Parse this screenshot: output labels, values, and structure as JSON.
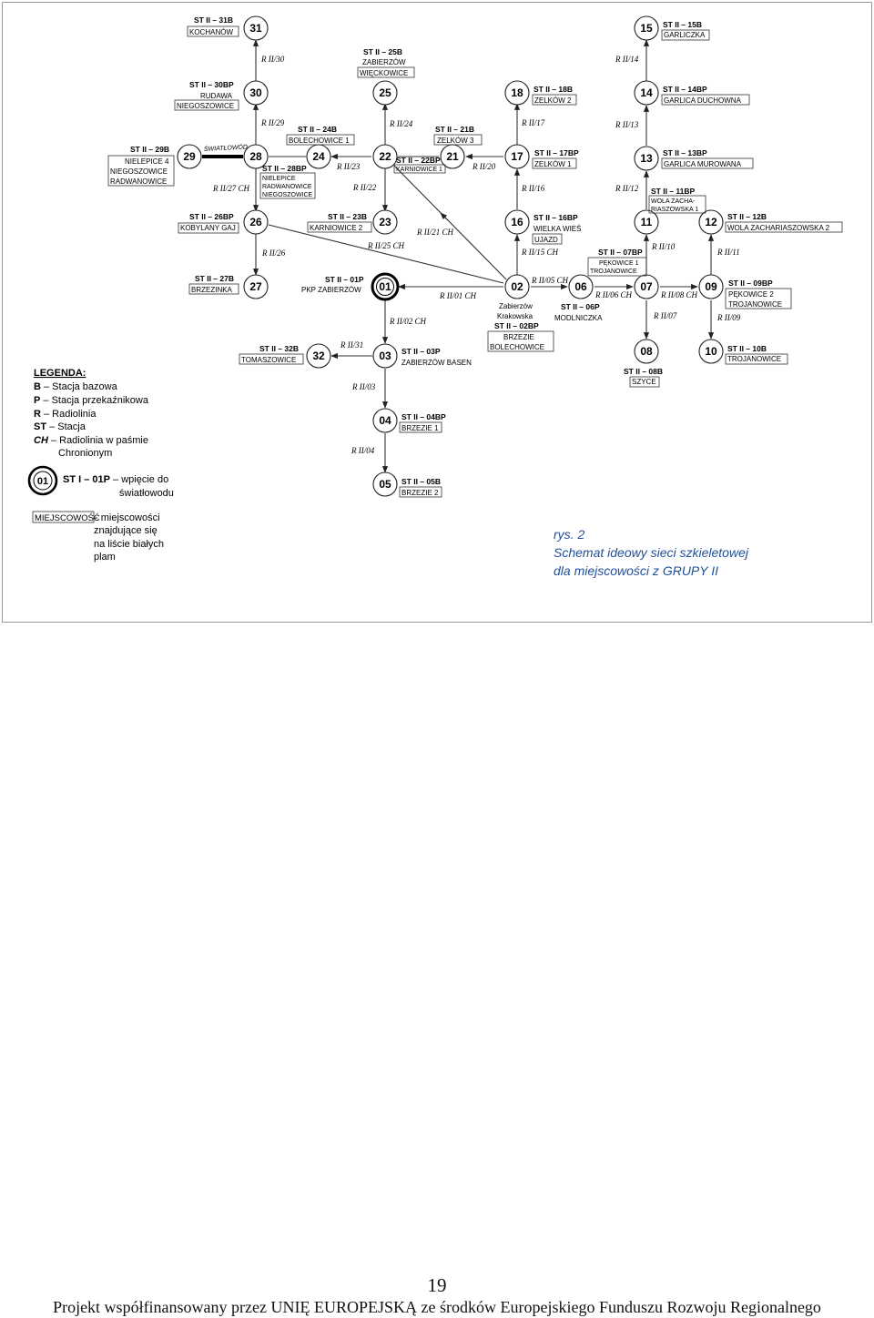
{
  "nodes": {
    "n31": "31",
    "n30": "30",
    "n29": "29",
    "n28": "28",
    "n26": "26",
    "n27": "27",
    "n25": "25",
    "n24": "24",
    "n22": "22",
    "n23": "23",
    "n21": "21",
    "n01": "01",
    "n03": "03",
    "n04": "04",
    "n05": "05",
    "n32": "32",
    "n18": "18",
    "n17": "17",
    "n16": "16",
    "n02": "02",
    "n06": "06",
    "n15": "15",
    "n14": "14",
    "n13": "13",
    "n11": "11",
    "n12": "12",
    "n07": "07",
    "n08": "08",
    "n09": "09",
    "n10": "10"
  },
  "stations": {
    "s31": {
      "code": "ST II – 31B",
      "place": "KOCHANÓW"
    },
    "s30": {
      "code": "ST II – 30BP",
      "place1": "RUDAWA",
      "place2": "NIEGOSZOWICE"
    },
    "s29": {
      "code": "ST II – 29B",
      "place1": "NIELEPICE 4",
      "place2": "NIEGOSZOWICE",
      "place3": "RADWANOWICE"
    },
    "s28": {
      "code": "ST II – 28BP",
      "place1": "NIELEPICE",
      "place2": "RADWANOWICE",
      "place3": "NIEGOSZOWICE"
    },
    "s26": {
      "code": "ST II – 26BP",
      "place": "KOBYLANY GAJ"
    },
    "s27": {
      "code": "ST II – 27B",
      "place": "BRZEZINKA"
    },
    "s25": {
      "code": "ST II – 25B",
      "place1": "ZABIERZÓW",
      "place2": "WIĘCKOWICE"
    },
    "s24": {
      "code": "ST II – 24B",
      "place": "BOLECHOWICE 1"
    },
    "s22": {
      "code": "ST II – 22BP",
      "place": "KARNIOWICE 1"
    },
    "s21": {
      "code": "ST II – 21B",
      "place": "ZELKÓW 3"
    },
    "s23": {
      "code": "ST II – 23B",
      "place": "KARNIOWICE 2"
    },
    "s01": {
      "code": "ST II – 01P",
      "place": "PKP ZABIERZÓW"
    },
    "s32": {
      "code": "ST II – 32B",
      "place": "TOMASZOWICE"
    },
    "s03": {
      "code": "ST II – 03P",
      "place": "ZABIERZÓW BASEN"
    },
    "s04": {
      "code": "ST II – 04BP",
      "place": "BRZEZIE 1"
    },
    "s05": {
      "code": "ST II – 05B",
      "place": "BRZEZIE 2"
    },
    "s18": {
      "code": "ST II – 18B",
      "place": "ZELKÓW 2"
    },
    "s17": {
      "code": "ST II – 17BP",
      "place": "ZELKÓW 1"
    },
    "s16": {
      "code": "ST II – 16BP",
      "place1": "WIELKA WIEŚ",
      "place2": "UJAZD"
    },
    "s02": {
      "name1": "Zabierzów",
      "name2": "Krakowska",
      "code": "ST II – 02BP",
      "place1": "BRZEZIE",
      "place2": "BOLECHOWICE"
    },
    "s06": {
      "code": "ST II – 06P",
      "place": "MODLNICZKA"
    },
    "s07": {
      "code": "ST II – 07BP",
      "place1": "PĘKOWICE 1",
      "place2": "TROJANOWICE"
    },
    "s08": {
      "code": "ST II – 08B",
      "place": "SZYCE"
    },
    "s15": {
      "code": "ST II – 15B",
      "place": "GARLICZKA"
    },
    "s14": {
      "code": "ST II – 14BP",
      "place": "GARLICA DUCHOWNA"
    },
    "s13": {
      "code": "ST II – 13BP",
      "place": "GARLICA MUROWANA"
    },
    "s11": {
      "code": "ST II – 11BP",
      "place1": "WOLA ZACHA-",
      "place2": "RIASZOWSKA 1"
    },
    "s12": {
      "code": "ST II – 12B",
      "place": "WOLA ZACHARIASZOWSKA 2"
    },
    "s09": {
      "code": "ST II – 09BP",
      "place1": "PĘKOWICE 2",
      "place2": "TROJANOWICE"
    },
    "s10": {
      "code": "ST II – 10B",
      "place": "TROJANOWICE"
    }
  },
  "links": {
    "l30": "R II/30",
    "l29": "R II/29",
    "l27": "R II/27 CH",
    "l26": "R II/26",
    "l24": "R II/24",
    "l23": "R II/23",
    "l22": "R II/22",
    "l25": "R II/25 CH",
    "l21": "R II/21 CH",
    "l20": "R II/20",
    "l17": "R II/17",
    "l16": "R II/16",
    "l15": "R II/15 CH",
    "l01": "R II/01 CH",
    "l02": "R II/02 CH",
    "l31": "R II/31",
    "l03": "R II/03",
    "l04": "R II/04",
    "l05": "R II/05 CH",
    "l06": "R II/06 CH",
    "l14": "R II/14",
    "l13": "R II/13",
    "l12": "R II/12",
    "l10": "R II/10",
    "l11": "R II/11",
    "l07": "R II/07",
    "l08": "R II/08 CH",
    "l09": "R II/09"
  },
  "fiber_label": "ŚWIATŁOWÓD",
  "legend": {
    "title": "LEGENDA:",
    "b_key": "B",
    "b_text": " – Stacja bazowa",
    "p_key": "P",
    "p_text": " – Stacja przekaźnikowa",
    "r_key": "R",
    "r_text": " – Radiolinia",
    "st_key": "ST",
    "st_text": " – Stacja",
    "ch_key": "CH",
    "ch_text": " – Radiolinia w paśmie",
    "ch_text2": "Chronionym",
    "node": "01",
    "node_code": "ST I – 01P",
    "node_text1": " – wpięcie do",
    "node_text2": "światłowodu",
    "place_sample": "MIEJSCOWOŚĆ",
    "place_text1": " - miejscowości",
    "place_text2": "znajdujące się",
    "place_text3": "na liście białych",
    "place_text4": "plam"
  },
  "caption": {
    "line1": "rys. 2",
    "line2": "Schemat ideowy sieci szkieletowej",
    "line3": "dla miejscowości z GRUPY II"
  },
  "page_number": "19",
  "footer": "Projekt współfinansowany przez UNIĘ EUROPEJSKĄ ze środków Europejskiego Funduszu Rozwoju Regionalnego"
}
